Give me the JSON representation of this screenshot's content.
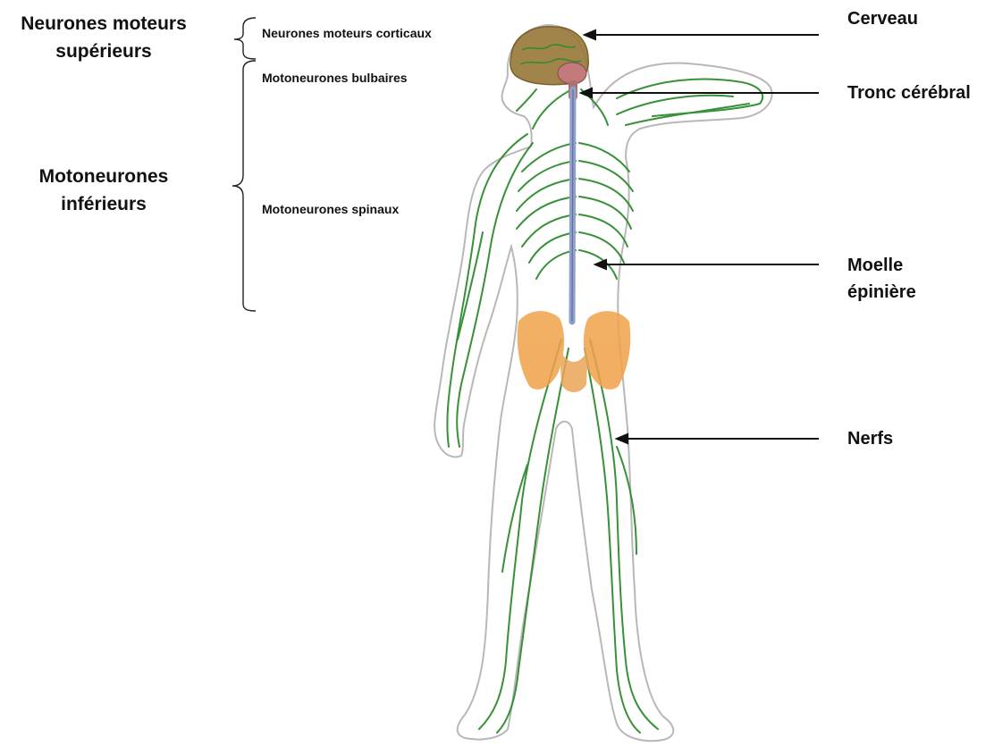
{
  "left_groups": {
    "upper": {
      "line1": "Neurones moteurs",
      "line2": "supérieurs"
    },
    "lower": {
      "line1": "Motoneurones",
      "line2": "inférieurs"
    }
  },
  "sub_labels": {
    "cortical": "Neurones moteurs corticaux",
    "bulbar": "Motoneurones bulbaires",
    "spinal": "Motoneurones spinaux"
  },
  "right_labels": {
    "brain": "Cerveau",
    "brainstem": "Tronc cérébral",
    "spinal_cord": {
      "line1": "Moelle",
      "line2": "épinière"
    },
    "nerves": "Nerfs"
  },
  "colors": {
    "nerve": "#2e8b2e",
    "nerve_dark": "#1f6b1f",
    "skin_outline": "#b8b8b8",
    "brain": "#9a7a3a",
    "brainstem": "#c27a7a",
    "spinal_cord": "#8fa0cc",
    "pelvis": "#f0a24a"
  }
}
